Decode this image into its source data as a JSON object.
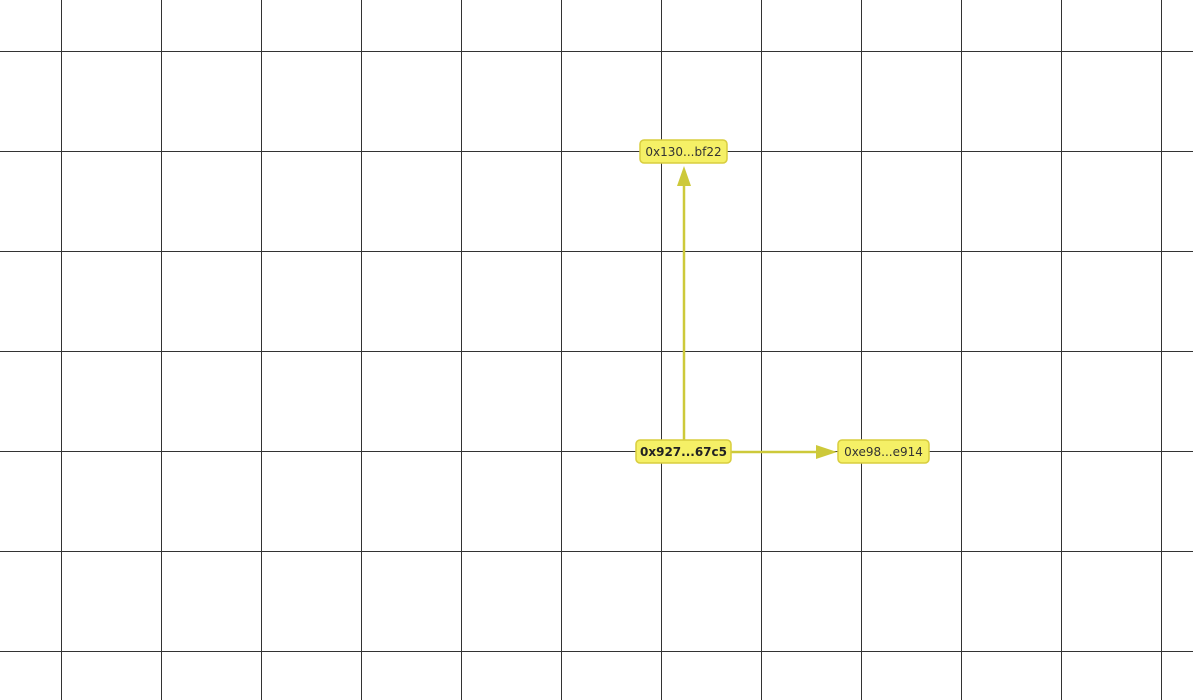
{
  "theme": {
    "node_fill": "#f5f066",
    "node_stroke": "#d8cd3e",
    "edge_color": "#cdc93a",
    "grid_color": "#333333",
    "background": "#ffffff"
  },
  "graph": {
    "center_node": {
      "id": "n-center",
      "label": "0x927...67c5",
      "emphasis": "bold"
    },
    "nodes": [
      {
        "id": "n-top",
        "label": "0x130...bf22"
      },
      {
        "id": "n-right",
        "label": "0xe98...e914"
      }
    ],
    "edges": [
      {
        "from": "n-center",
        "to": "n-top",
        "label": ""
      },
      {
        "from": "n-center",
        "to": "n-right",
        "label": ""
      }
    ]
  }
}
